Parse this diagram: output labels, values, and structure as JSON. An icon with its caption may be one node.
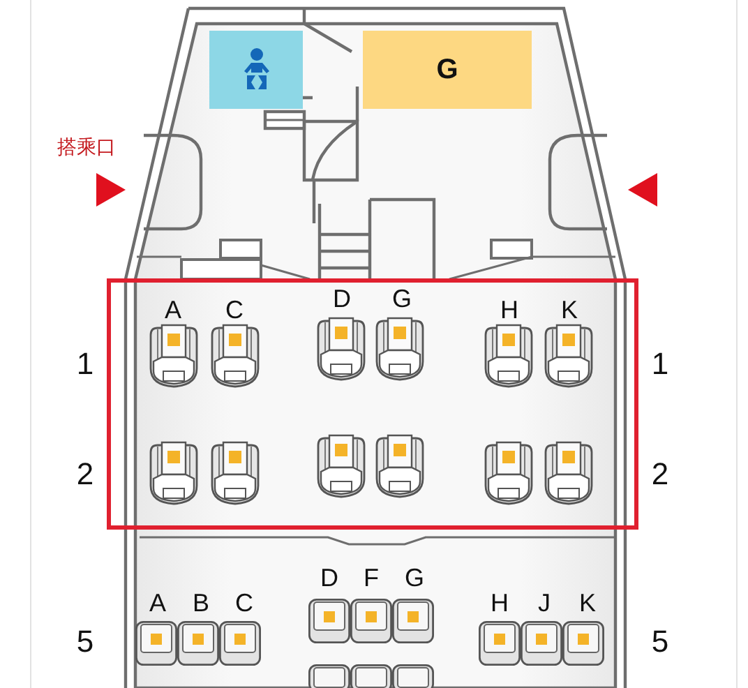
{
  "diagram": {
    "nodes": [
      {
        "text": [],
        "shape": "box"
      },
      {
        "text": [
          "G"
        ]
      }
    ],
    "labels": [
      "搭乘口",
      "D",
      "G",
      "A",
      "C",
      "H",
      "K",
      "1",
      "1",
      "2",
      "2",
      "D",
      "F",
      "G",
      "A",
      "B",
      "C",
      "H",
      "J",
      "K",
      "5",
      "5"
    ]
  }
}
